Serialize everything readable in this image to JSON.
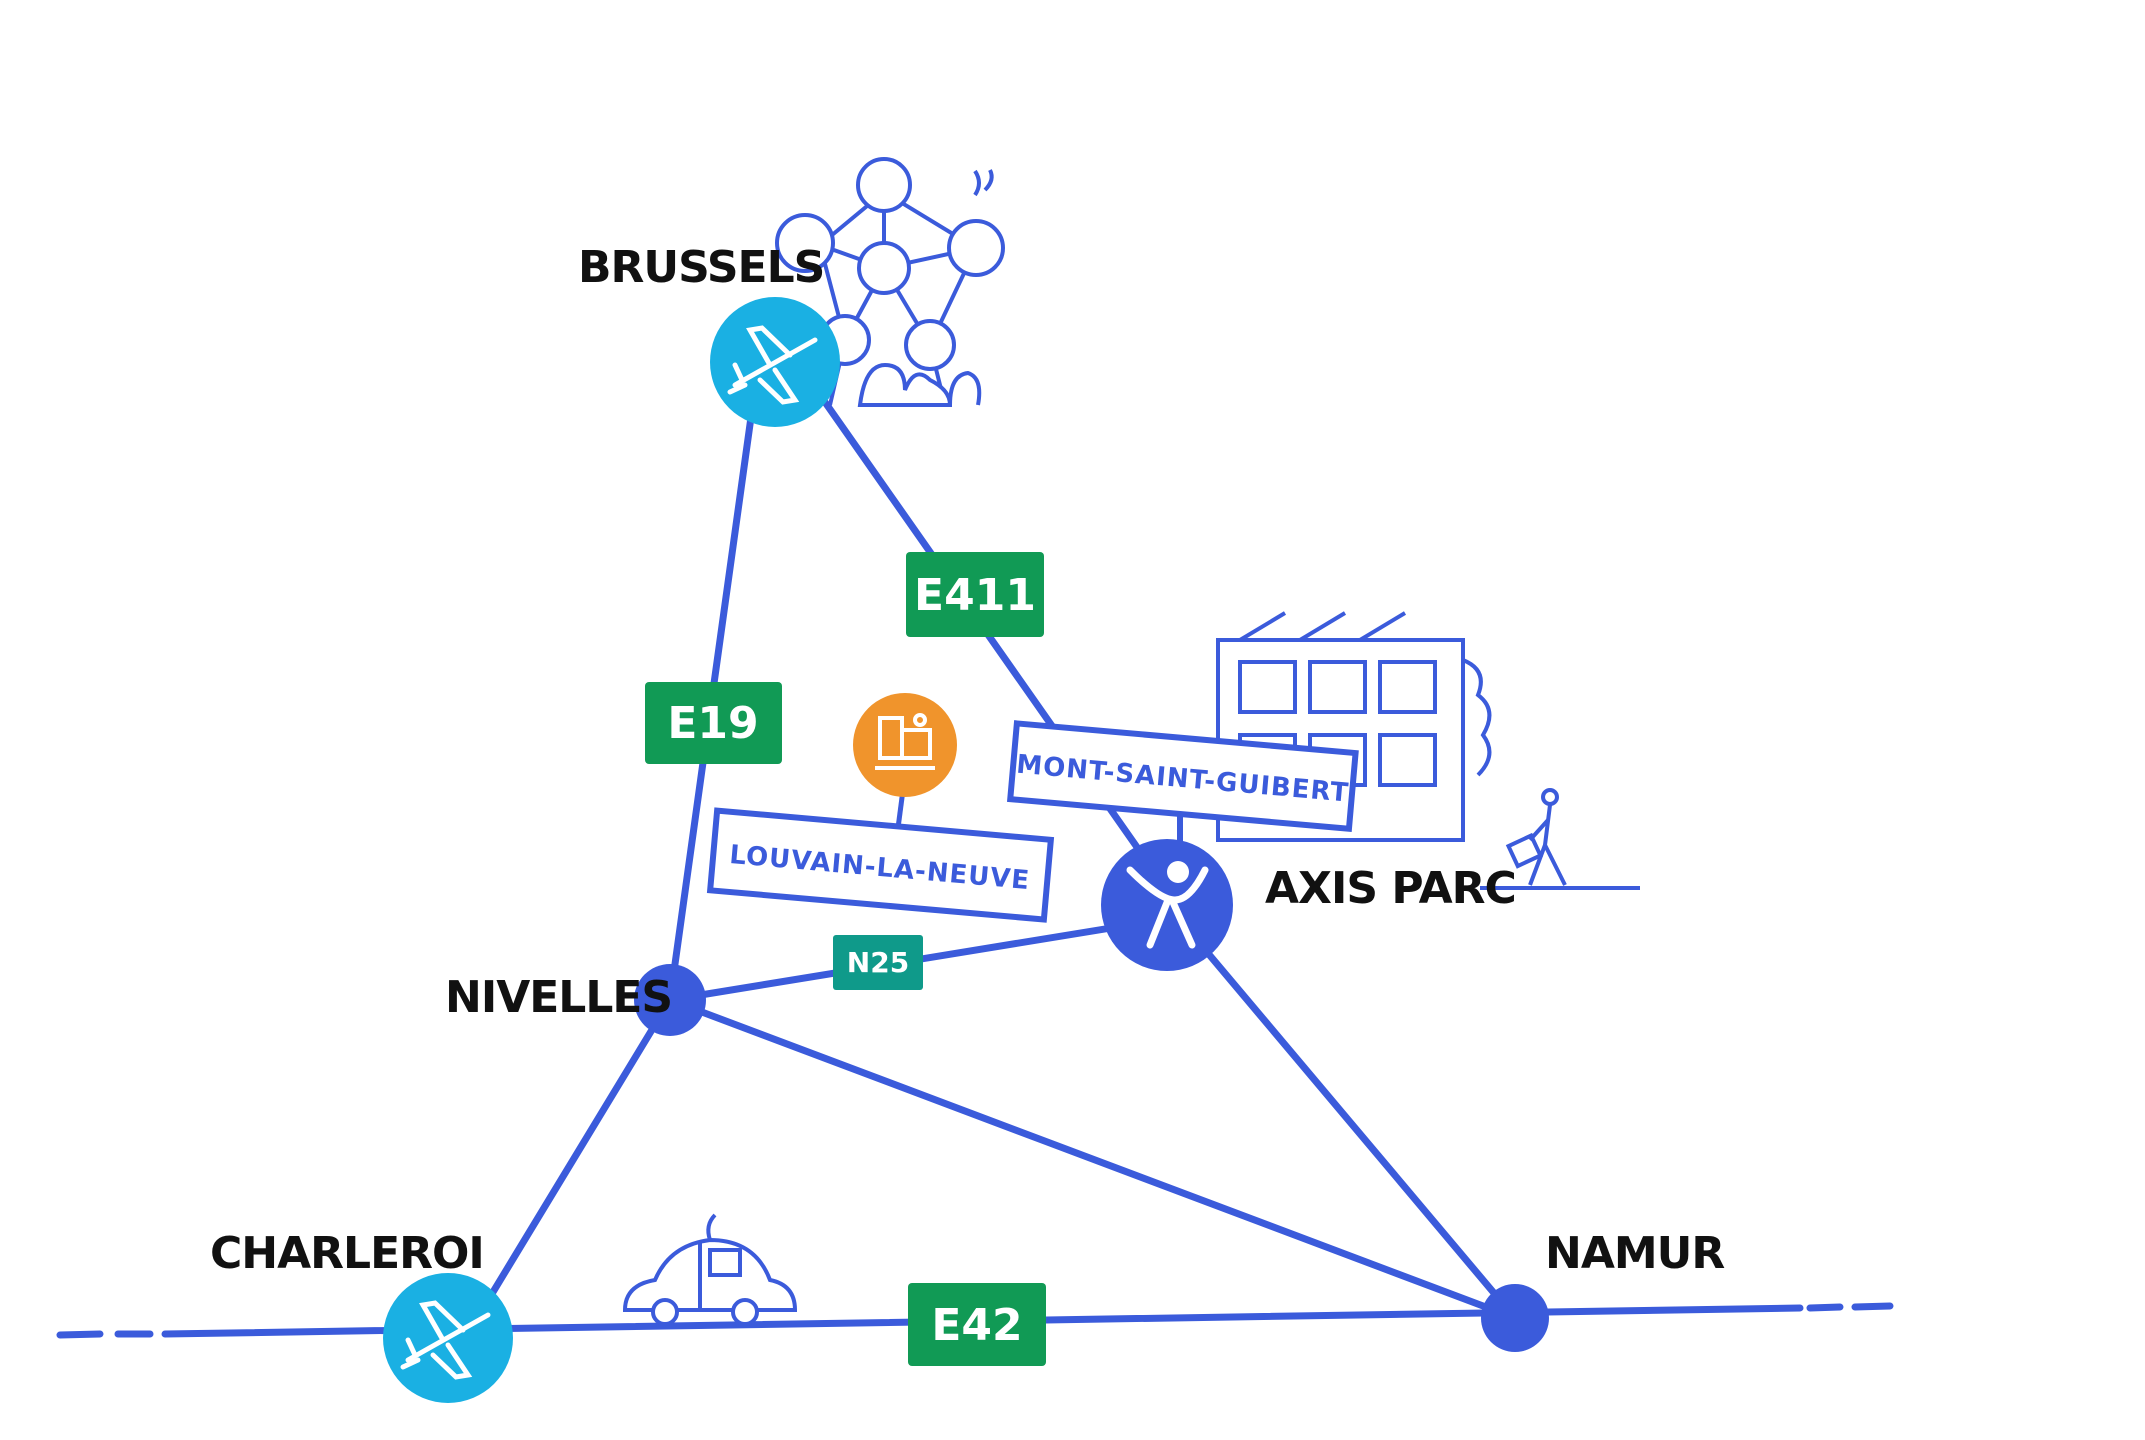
{
  "cities": {
    "brussels": "BRUSSELS",
    "nivelles": "NIVELLES",
    "axis_parc": "AXIS PARC",
    "charleroi": "CHARLEROI",
    "namur": "NAMUR"
  },
  "roads": {
    "e19": "E19",
    "e411": "E411",
    "e42": "E42",
    "n25": "N25"
  },
  "places": {
    "louvain_la_neuve": "LOUVAIN-LA-NEUVE",
    "mont_saint_guibert": "MONT-SAINT-GUIBERT"
  },
  "icons": {
    "brussels_airport": "airplane-icon",
    "charleroi_airport": "airplane-icon",
    "train_station": "train-icon",
    "axis_parc": "person-logo-icon",
    "atomium": "atomium-icon",
    "office_building": "building-icon",
    "car": "car-icon",
    "traveler": "walking-person-icon"
  },
  "colors": {
    "road_line": "#3b5bdb",
    "airport_fill": "#1ab0e3",
    "city_dot": "#3b5bdb",
    "highway_sign": "#119a55",
    "n_road_sign": "#0f9a8a",
    "train_fill": "#f0942c"
  }
}
